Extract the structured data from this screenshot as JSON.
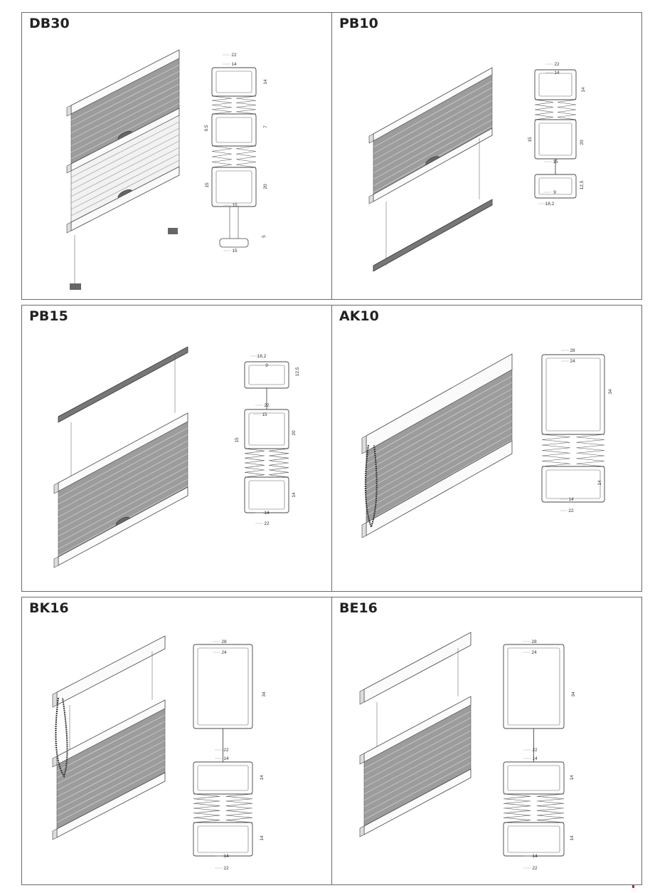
{
  "panels": [
    {
      "title": "DB30",
      "dims": [
        "22",
        "14",
        "14",
        "9,5",
        "7",
        "15",
        "20",
        "15",
        "5",
        "15"
      ]
    },
    {
      "title": "PB10",
      "dims": [
        "22",
        "14",
        "14",
        "15",
        "20",
        "15",
        "12,5",
        "9",
        "18,2"
      ]
    },
    {
      "title": "PB15",
      "dims": [
        "18,2",
        "9",
        "12,5",
        "22",
        "15",
        "15",
        "20",
        "14",
        "14",
        "22"
      ]
    },
    {
      "title": "AK10",
      "dims": [
        "28",
        "24",
        "34",
        "14",
        "14",
        "22"
      ]
    },
    {
      "title": "BK16",
      "dims": [
        "28",
        "24",
        "34",
        "22",
        "14",
        "14",
        "14",
        "14",
        "22"
      ]
    },
    {
      "title": "BE16",
      "dims": [
        "28",
        "24",
        "34",
        "22",
        "14",
        "14",
        "14",
        "14",
        "22"
      ]
    }
  ],
  "colors": {
    "border": "#6b6b6b",
    "fabric": "#9c9c9c",
    "fabric_light": "#f2f2f2",
    "mark": "#c0263a"
  }
}
